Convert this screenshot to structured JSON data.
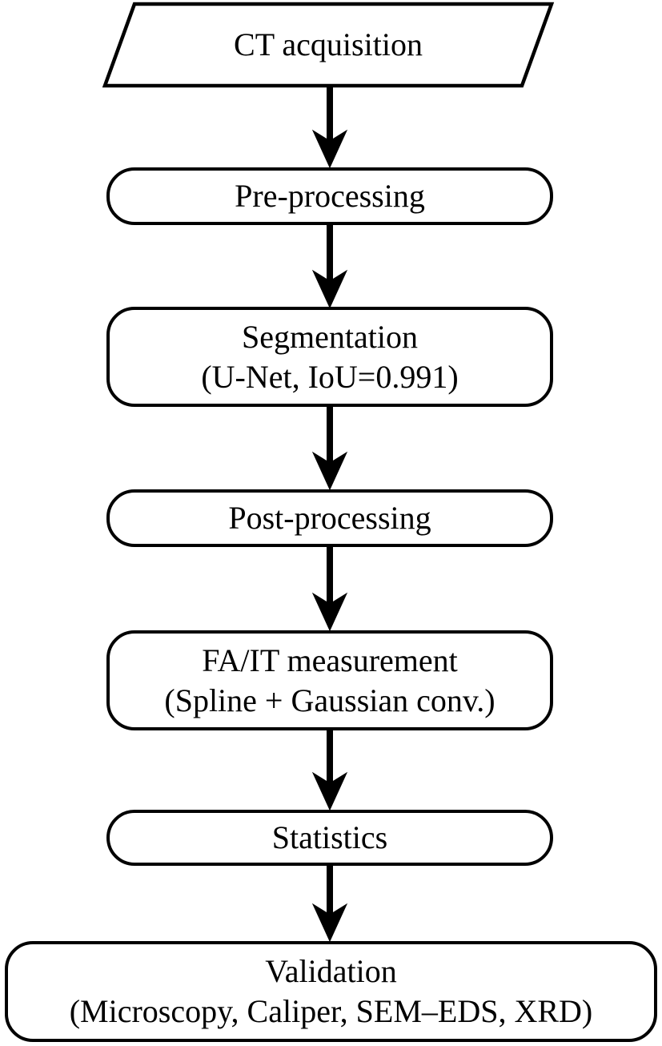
{
  "diagram": {
    "type": "flowchart",
    "direction": "top-down",
    "background_color": "#ffffff",
    "line_color": "#000000",
    "nodes": [
      {
        "id": "ct-acquisition",
        "shape": "parallelogram",
        "line1": "CT acquisition"
      },
      {
        "id": "pre-processing",
        "shape": "rounded-rectangle",
        "line1": "Pre-processing"
      },
      {
        "id": "segmentation",
        "shape": "rounded-rectangle",
        "line1": "Segmentation",
        "line2": "(U-Net, IoU=0.991)"
      },
      {
        "id": "post-processing",
        "shape": "rounded-rectangle",
        "line1": "Post-processing"
      },
      {
        "id": "fa-it-measurement",
        "shape": "rounded-rectangle",
        "line1": "FA/IT measurement",
        "line2": "(Spline + Gaussian conv.)"
      },
      {
        "id": "statistics",
        "shape": "rounded-rectangle",
        "line1": "Statistics"
      },
      {
        "id": "validation",
        "shape": "rounded-rectangle",
        "line1": "Validation",
        "line2": "(Microscopy, Caliper, SEM–EDS, XRD)"
      }
    ],
    "edges": [
      {
        "from": "ct-acquisition",
        "to": "pre-processing"
      },
      {
        "from": "pre-processing",
        "to": "segmentation"
      },
      {
        "from": "segmentation",
        "to": "post-processing"
      },
      {
        "from": "post-processing",
        "to": "fa-it-measurement"
      },
      {
        "from": "fa-it-measurement",
        "to": "statistics"
      },
      {
        "from": "statistics",
        "to": "validation"
      }
    ]
  }
}
